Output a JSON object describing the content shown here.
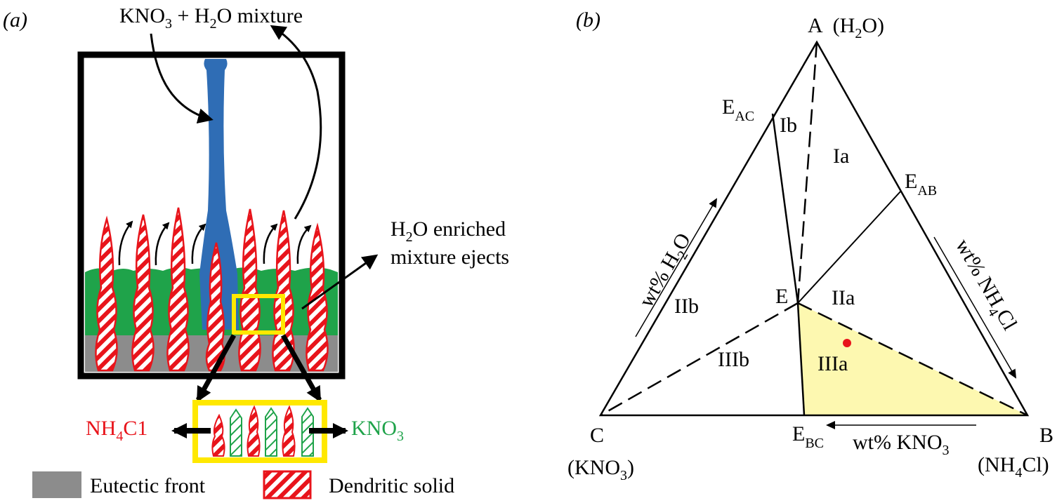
{
  "panel_a": {
    "label": "(a)",
    "top_label": {
      "pre": "KNO",
      "sub": "3",
      "post": " + H",
      "sub2": "2",
      "post2": "O mixture"
    },
    "eject_label": {
      "line1_pre": "H",
      "line1_sub": "2",
      "line1_post": "O enriched",
      "line2": "mixture ejects"
    },
    "left_label": {
      "pre": "NH",
      "sub": "4",
      "post": "C1"
    },
    "right_label": {
      "pre": "KNO",
      "sub": "3"
    },
    "legend": {
      "eutectic": "Eutectic front",
      "dendritic": "Dendritic solid"
    },
    "colors": {
      "plume": "#2f6db5",
      "green": "#1fa34a",
      "red": "#e8141b",
      "gray": "#8c8c8c",
      "yellow": "#ffe800"
    }
  },
  "panel_b": {
    "label": "(b)",
    "vertex_A": {
      "name": "A",
      "pre": "(H",
      "sub": "2",
      "post": "O)"
    },
    "vertex_B": {
      "name": "B",
      "pre": "(NH",
      "sub": "4",
      "post": "Cl)"
    },
    "vertex_C": {
      "name": "C",
      "pre": "(KNO",
      "sub": "3",
      "post": ")"
    },
    "E_AC": {
      "base": "E",
      "sub": "AC"
    },
    "E_AB": {
      "base": "E",
      "sub": "AB"
    },
    "E_BC": {
      "base": "E",
      "sub": "BC"
    },
    "E": "E",
    "regions": {
      "Ia": "Ia",
      "Ib": "Ib",
      "IIa": "IIa",
      "IIb": "IIb",
      "IIIa": "IIIa",
      "IIIb": "IIIb"
    },
    "axis_left": {
      "pre": "wt% H",
      "sub": "2",
      "post": "O"
    },
    "axis_right": {
      "pre": "wt% NH",
      "sub": "4",
      "post": "Cl"
    },
    "axis_bottom": {
      "pre": "wt% KNO",
      "sub": "3"
    },
    "colors": {
      "region_fill": "#fdf8b0",
      "point": "#e8141b"
    }
  }
}
